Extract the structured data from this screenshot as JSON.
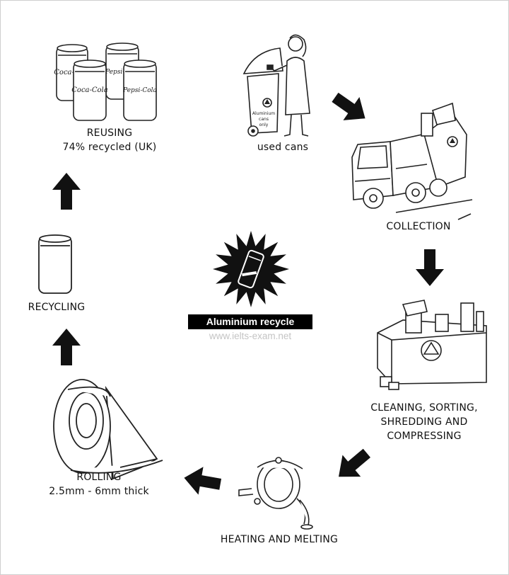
{
  "diagram": {
    "center_title": "Aluminium recycle",
    "watermark": "www.ielts-exam.net",
    "stages": {
      "used_cans": {
        "label": "used cans",
        "bin_text": [
          "Aluminium",
          "cans",
          "only"
        ]
      },
      "collection": {
        "label": "COLLECTION"
      },
      "cleaning": {
        "line1": "CLEANING, SORTING,",
        "line2": "SHREDDING AND",
        "line3": "COMPRESSING"
      },
      "heating": {
        "label": "HEATING AND MELTING"
      },
      "rolling": {
        "label": "ROLLING",
        "detail": "2.5mm - 6mm thick"
      },
      "recycling": {
        "label": "RECYCLING"
      },
      "reusing": {
        "label": "REUSING",
        "detail": "74% recycled (UK)"
      }
    },
    "can_brands": [
      "Coca-Cola",
      "Coca-Cola",
      "Pepsi-Cola",
      "Pepsi-Cola"
    ]
  }
}
